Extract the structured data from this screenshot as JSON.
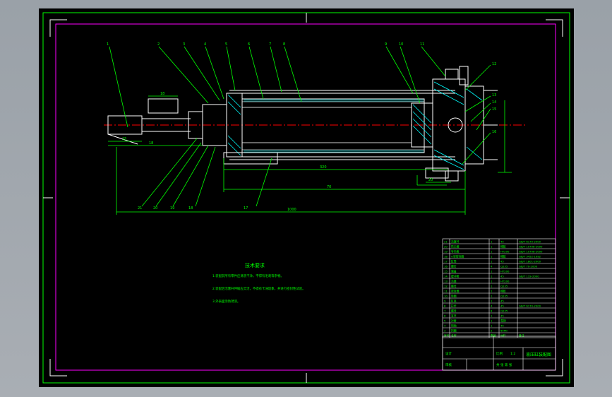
{
  "colors": {
    "background": "#000000",
    "frame": "#00ff00",
    "inner_frame": "#ff00ff",
    "outline": "#ffffff",
    "centerline": "#ff0000",
    "hatch": "#00ffff",
    "text": "#00ff00"
  },
  "balloons": [
    {
      "label": "1"
    },
    {
      "label": "2"
    },
    {
      "label": "3"
    },
    {
      "label": "4"
    },
    {
      "label": "5"
    },
    {
      "label": "6"
    },
    {
      "label": "7"
    },
    {
      "label": "8"
    },
    {
      "label": "9"
    },
    {
      "label": "10"
    },
    {
      "label": "11"
    },
    {
      "label": "12"
    },
    {
      "label": "13"
    },
    {
      "label": "14"
    },
    {
      "label": "15"
    },
    {
      "label": "16"
    },
    {
      "label": "17"
    },
    {
      "label": "18"
    },
    {
      "label": "19"
    },
    {
      "label": "20"
    },
    {
      "label": "21"
    }
  ],
  "dimensions": {
    "d1": "18",
    "d2": "15",
    "d3": "18",
    "d4": "320",
    "d5": "70",
    "d6": "1000",
    "d7": "20"
  },
  "notes": {
    "title": "技术要求",
    "line1": "1.装配前所有零件应清洗干净，不得有毛刺等杂物。",
    "line2": "2.装配后活塞杆伸缩应灵活，不得有卡滞现象，并进行密封性试验。",
    "line3": "3.外表面涂防锈漆。"
  },
  "parts_table": {
    "rows": [
      [
        "21",
        "活塞杆",
        "1",
        "45",
        "GB/T 6170-2000"
      ],
      [
        "20",
        "防尘圈",
        "1",
        "橡胶",
        "GB/T 10708-2000"
      ],
      [
        "19",
        "导向套",
        "1",
        "HT200",
        "GB/T 10708-2000"
      ],
      [
        "18",
        "O型密封圈",
        "1",
        "橡胶",
        "GB/T 3452-1992"
      ],
      [
        "17",
        "缸筒",
        "1",
        "45",
        "GB/T 1801-2000"
      ],
      [
        "16",
        "螺钉",
        "4",
        "Q235",
        "GB/T 70-2000"
      ],
      [
        "15",
        "端盖",
        "1",
        "HT200",
        ""
      ],
      [
        "14",
        "缓冲套",
        "1",
        "45",
        "GB/T 119-2000"
      ],
      [
        "13",
        "活塞",
        "1",
        "HT200",
        ""
      ],
      [
        "12",
        "螺母",
        "1",
        "Q235",
        ""
      ],
      [
        "11",
        "密封圈",
        "2",
        "橡胶",
        ""
      ],
      [
        "10",
        "垫圈",
        "1",
        "Q235",
        ""
      ],
      [
        "9",
        "缸底",
        "1",
        "45",
        ""
      ],
      [
        "8",
        "拉杆",
        "4",
        "45",
        "GB/T 6170-2000"
      ],
      [
        "7",
        "螺母",
        "8",
        "Q235",
        ""
      ],
      [
        "6",
        "耳环",
        "1",
        "45",
        ""
      ],
      [
        "5",
        "衬套",
        "1",
        "青铜",
        ""
      ],
      [
        "4",
        "销轴",
        "1",
        "45",
        ""
      ],
      [
        "3",
        "挡圈",
        "2",
        "65Mn",
        ""
      ]
    ],
    "header": [
      "序号",
      "名称",
      "数量",
      "材料",
      "备注"
    ]
  },
  "title_block": {
    "drawing_name": "液压缸装配图",
    "label_design": "设计",
    "label_check": "审核",
    "label_scale": "比例",
    "label_sheet": "共 张 第 张",
    "scale_value": "1:2"
  }
}
